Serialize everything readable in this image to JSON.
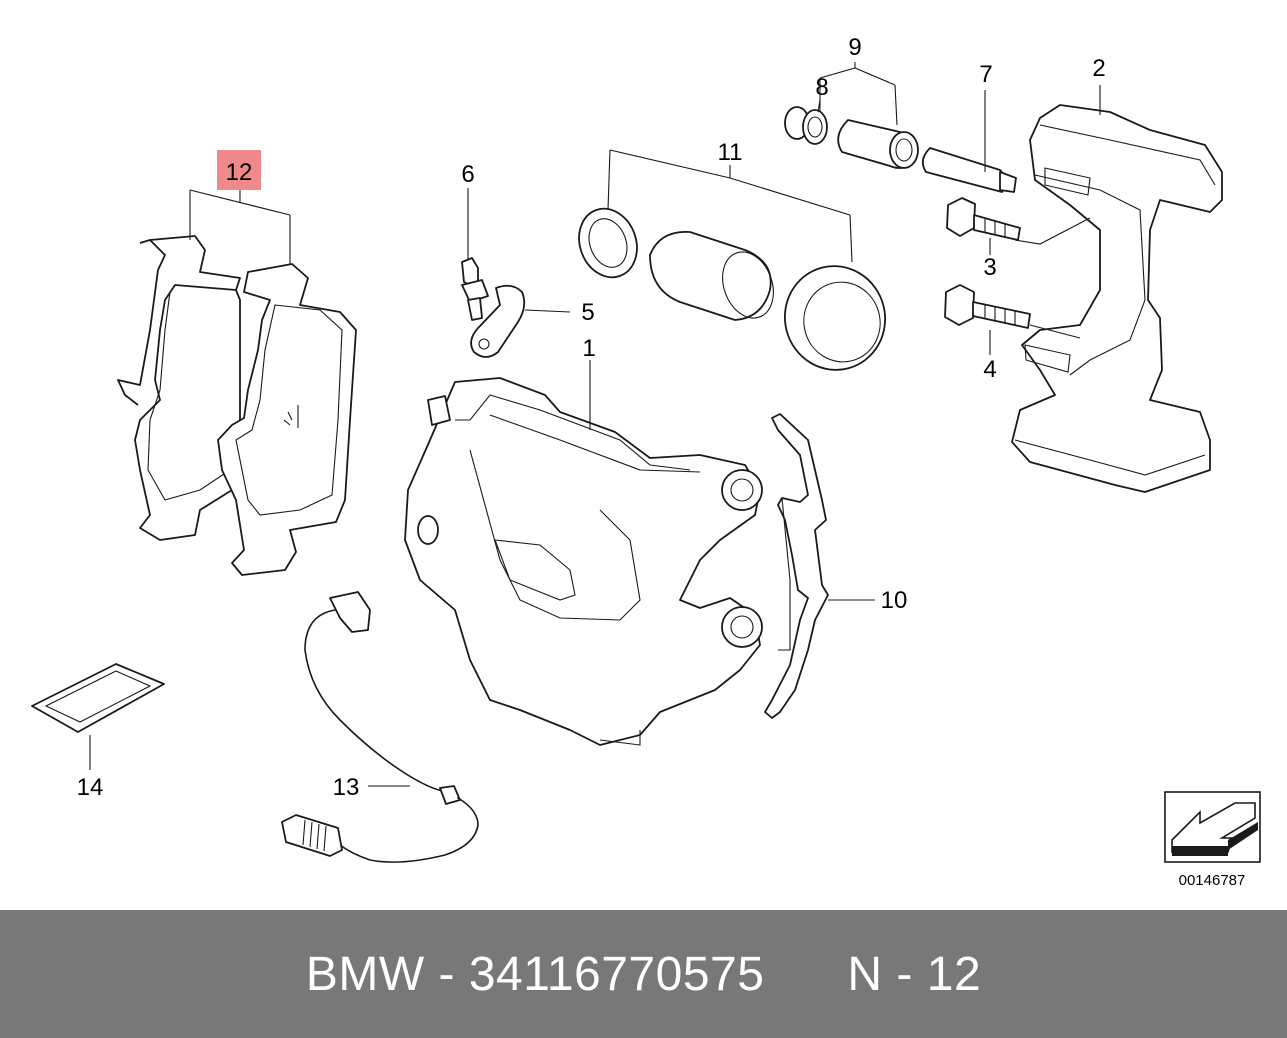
{
  "diagram": {
    "highlight_color": "#f08a8a",
    "callouts": [
      {
        "id": "1",
        "text": "1"
      },
      {
        "id": "2",
        "text": "2"
      },
      {
        "id": "3",
        "text": "3"
      },
      {
        "id": "4",
        "text": "4"
      },
      {
        "id": "5",
        "text": "5"
      },
      {
        "id": "6",
        "text": "6"
      },
      {
        "id": "7",
        "text": "7"
      },
      {
        "id": "8",
        "text": "8"
      },
      {
        "id": "9",
        "text": "9"
      },
      {
        "id": "10",
        "text": "10"
      },
      {
        "id": "11",
        "text": "11"
      },
      {
        "id": "12",
        "text": "12",
        "highlighted": true
      },
      {
        "id": "13",
        "text": "13"
      },
      {
        "id": "14",
        "text": "14"
      }
    ],
    "reference_number": "00146787",
    "reference_icon": "arrow-left-icon"
  },
  "footer": {
    "brand": "BMW",
    "part_number": "34116770575",
    "position": "N - 12",
    "background": "#787878"
  }
}
